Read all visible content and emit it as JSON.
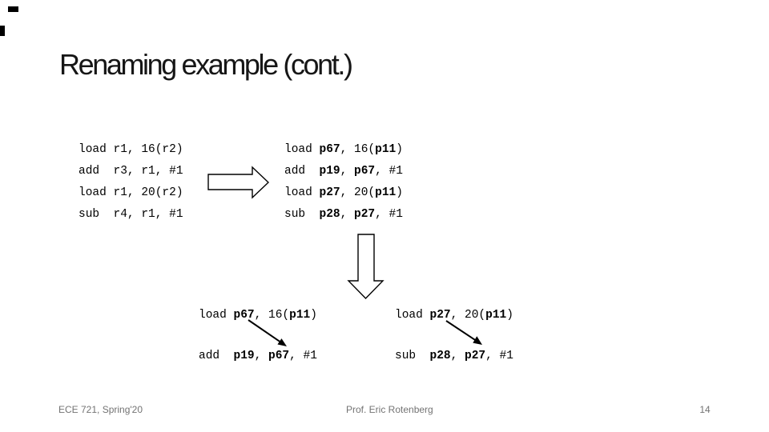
{
  "slide": {
    "title": "Renaming example (cont.)",
    "footer": {
      "course": "ECE 721, Spring'20",
      "author": "Prof. Eric Rotenberg",
      "page_number": "14"
    },
    "colors": {
      "background": "#ffffff",
      "ink": "#000000",
      "footer_text": "#737373",
      "arrow_fill": "#ffffff"
    },
    "icons": {
      "block_arrow_right": "transform-arrow-right",
      "block_arrow_down": "split-arrow-down",
      "dependency_arrow": "register-dependency-arrow"
    }
  },
  "code": {
    "before": {
      "lines": [
        [
          {
            "t": "load r1, 16(r2)",
            "b": false
          }
        ],
        [
          {
            "t": "add  r3, r1, #1",
            "b": false
          }
        ],
        [
          {
            "t": "load r1, 20(r2)",
            "b": false
          }
        ],
        [
          {
            "t": "sub  r4, r1, #1",
            "b": false
          }
        ]
      ]
    },
    "after": {
      "lines": [
        [
          {
            "t": "load ",
            "b": false
          },
          {
            "t": "p67",
            "b": true
          },
          {
            "t": ", 16(",
            "b": false
          },
          {
            "t": "p11",
            "b": true
          },
          {
            "t": ")",
            "b": false
          }
        ],
        [
          {
            "t": "add  ",
            "b": false
          },
          {
            "t": "p19",
            "b": true
          },
          {
            "t": ", ",
            "b": false
          },
          {
            "t": "p67",
            "b": true
          },
          {
            "t": ", #1",
            "b": false
          }
        ],
        [
          {
            "t": "load ",
            "b": false
          },
          {
            "t": "p27",
            "b": true
          },
          {
            "t": ", 20(",
            "b": false
          },
          {
            "t": "p11",
            "b": true
          },
          {
            "t": ")",
            "b": false
          }
        ],
        [
          {
            "t": "sub  ",
            "b": false
          },
          {
            "t": "p28",
            "b": true
          },
          {
            "t": ", ",
            "b": false
          },
          {
            "t": "p27",
            "b": true
          },
          {
            "t": ", #1",
            "b": false
          }
        ]
      ]
    },
    "chain1": {
      "lines": [
        [
          {
            "t": "load ",
            "b": false
          },
          {
            "t": "p67",
            "b": true
          },
          {
            "t": ", 16(",
            "b": false
          },
          {
            "t": "p11",
            "b": true
          },
          {
            "t": ")",
            "b": false
          }
        ],
        [
          {
            "t": "add  ",
            "b": false
          },
          {
            "t": "p19",
            "b": true
          },
          {
            "t": ", ",
            "b": false
          },
          {
            "t": "p67",
            "b": true
          },
          {
            "t": ", #1",
            "b": false
          }
        ]
      ]
    },
    "chain2": {
      "lines": [
        [
          {
            "t": "load ",
            "b": false
          },
          {
            "t": "p27",
            "b": true
          },
          {
            "t": ", 20(",
            "b": false
          },
          {
            "t": "p11",
            "b": true
          },
          {
            "t": ")",
            "b": false
          }
        ],
        [
          {
            "t": "sub  ",
            "b": false
          },
          {
            "t": "p28",
            "b": true
          },
          {
            "t": ", ",
            "b": false
          },
          {
            "t": "p27",
            "b": true
          },
          {
            "t": ", #1",
            "b": false
          }
        ]
      ]
    }
  }
}
